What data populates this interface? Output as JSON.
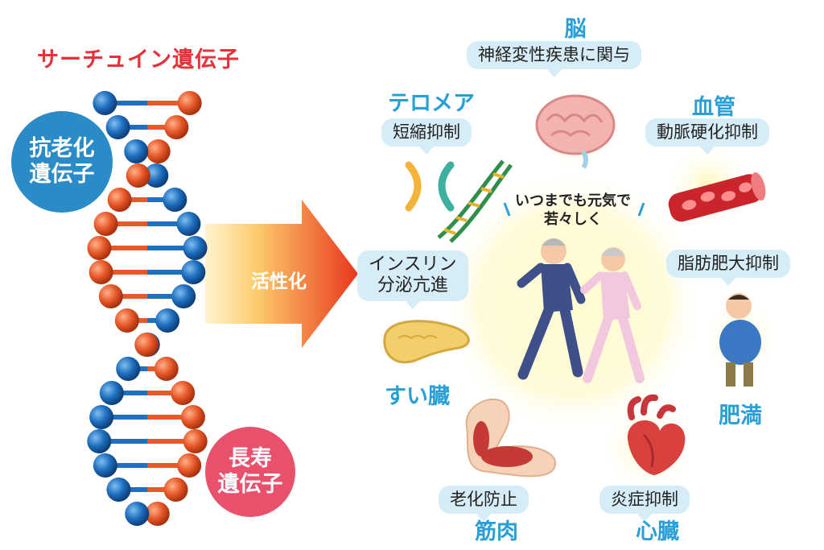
{
  "sirtuin_title": "サーチュイン遺伝子",
  "circle_antiaging": [
    "抗老化",
    "遺伝子"
  ],
  "circle_longevity": [
    "長寿",
    "遺伝子"
  ],
  "arrow_label": "活性化",
  "center_caption": [
    "いつまでも元気で",
    "若々しく"
  ],
  "nodes": {
    "brain": {
      "category": "脳",
      "effect": "神経変性疾患に関与"
    },
    "telomere": {
      "category": "テロメア",
      "effect": "短縮抑制"
    },
    "vessel": {
      "category": "血管",
      "effect": "動脈硬化抑制"
    },
    "pancreas": {
      "category": "すい臓",
      "effect": [
        "インスリン",
        "分泌亢進"
      ]
    },
    "obesity": {
      "category": "肥満",
      "effect": "脂肪肥大抑制"
    },
    "muscle": {
      "category": "筋肉",
      "effect": "老化防止"
    },
    "heart": {
      "category": "心臓",
      "effect": "炎症抑制"
    }
  },
  "colors": {
    "title": "#e53138",
    "category": "#2a9fd6",
    "bubble": "#d6ecf7",
    "dna_blue": "#1f6fbf",
    "dna_orange": "#e8592a",
    "circle_blue": "#2b8bc6",
    "circle_pink": "#e8506b",
    "arrow_start": "#fde6a0",
    "arrow_end": "#e83a1e"
  },
  "icons": [
    "dna-helix",
    "brain-icon",
    "telomere-dna-icon",
    "blood-vessel-icon",
    "pancreas-icon",
    "obese-man-icon",
    "muscle-arm-icon",
    "heart-icon",
    "walking-elderly-couple"
  ]
}
